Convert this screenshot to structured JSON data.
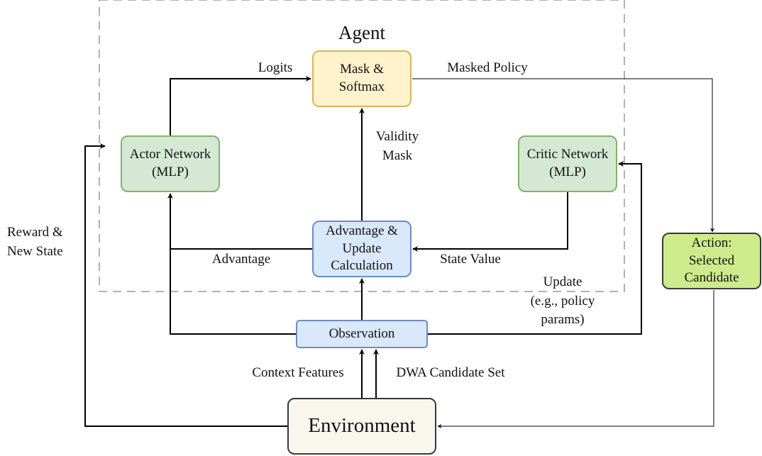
{
  "agent_title": "Agent",
  "nodes": {
    "mask_softmax": "Mask &\nSoftmax",
    "actor_network": "Actor Network\n(MLP)",
    "critic_network": "Critic Network\n(MLP)",
    "advantage_calc": "Advantage &\nUpdate\nCalculation",
    "observation": "Observation",
    "action": "Action:\nSelected\nCandidate",
    "environment": "Environment"
  },
  "edge_labels": {
    "logits": "Logits",
    "masked_policy": "Masked Policy",
    "validity_mask": "Validity\nMask",
    "advantage": "Advantage",
    "state_value": "State Value",
    "update": "Update\n(e.g., policy\nparams)",
    "reward_new_state": "Reward &\nNew State",
    "context_features": "Context Features",
    "dwa_candidate_set": "DWA Candidate Set"
  },
  "colors": {
    "line": "#000000",
    "agent_border": "#999999"
  }
}
